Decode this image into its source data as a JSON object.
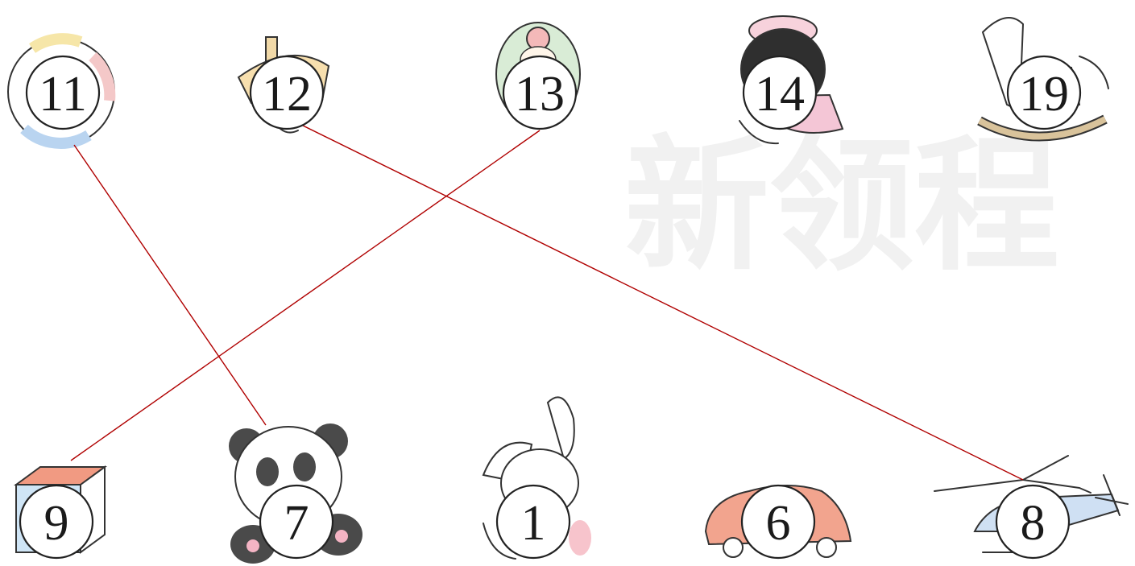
{
  "watermark": "新领程",
  "top_row": [
    {
      "id": "ring",
      "label": "11",
      "toy": "swim-ring-icon"
    },
    {
      "id": "top",
      "label": "12",
      "toy": "spinning-top-icon"
    },
    {
      "id": "egg",
      "label": "13",
      "toy": "egg-doll-icon"
    },
    {
      "id": "doll",
      "label": "14",
      "toy": "girl-doll-icon"
    },
    {
      "id": "horse",
      "label": "19",
      "toy": "rocking-horse-icon"
    }
  ],
  "bottom_row": [
    {
      "id": "cube",
      "label": "9",
      "toy": "rubiks-cube-icon"
    },
    {
      "id": "panda",
      "label": "7",
      "toy": "panda-icon"
    },
    {
      "id": "bunny",
      "label": "1",
      "toy": "bunny-icon"
    },
    {
      "id": "car",
      "label": "6",
      "toy": "toy-car-icon"
    },
    {
      "id": "heli",
      "label": "8",
      "toy": "helicopter-icon"
    }
  ],
  "connections": [
    {
      "from": "11",
      "to": "7"
    },
    {
      "from": "12",
      "to": "8"
    },
    {
      "from": "13",
      "to": "9"
    }
  ],
  "line_color": "#b00000"
}
